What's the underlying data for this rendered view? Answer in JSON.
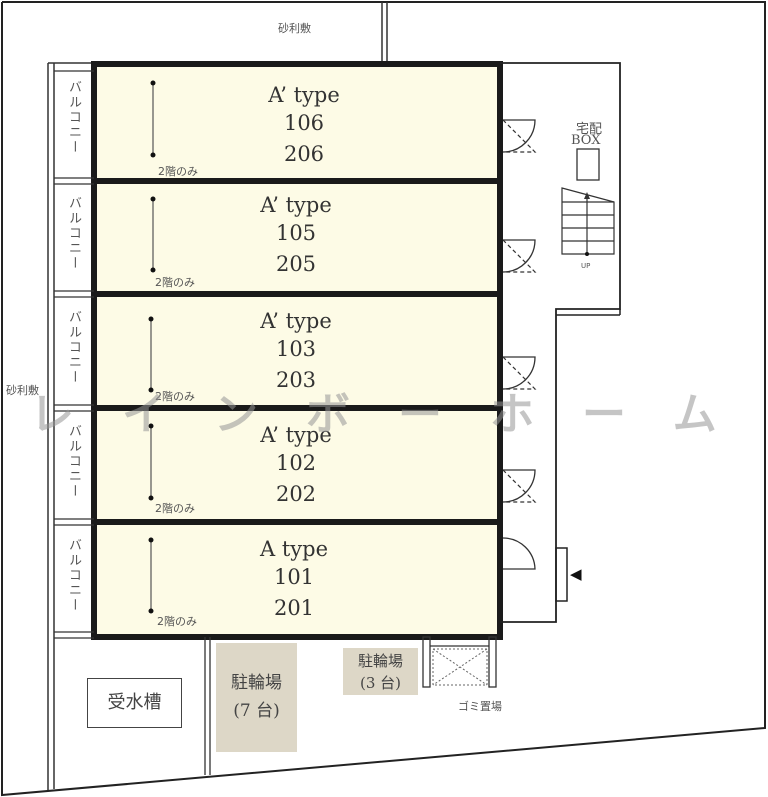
{
  "site": {
    "gravel_top_label": "砂利敷",
    "gravel_left_label": "砂利敷"
  },
  "balconies": [
    {
      "label": "バルコニー"
    },
    {
      "label": "バルコニー"
    },
    {
      "label": "バルコニー"
    },
    {
      "label": "バルコニー"
    },
    {
      "label": "バルコニー"
    }
  ],
  "units": [
    {
      "type": "A’ type",
      "floor1": "106",
      "floor2": "206",
      "note": "2階のみ"
    },
    {
      "type": "A’ type",
      "floor1": "105",
      "floor2": "205",
      "note": "2階のみ"
    },
    {
      "type": "A’ type",
      "floor1": "103",
      "floor2": "203",
      "note": "2階のみ"
    },
    {
      "type": "A’ type",
      "floor1": "102",
      "floor2": "202",
      "note": "2階のみ"
    },
    {
      "type": "A type",
      "floor1": "101",
      "floor2": "201",
      "note": "2階のみ"
    }
  ],
  "common": {
    "delivery_box_line1": "宅配",
    "delivery_box_line2": "BOX",
    "stairs_label": "UP",
    "entrance_marker": "◀"
  },
  "exterior": {
    "water_tank": "受水槽",
    "bike_parking_large_line1": "駐輪場",
    "bike_parking_large_line2": "(7 台)",
    "bike_parking_small_line1": "駐輪場",
    "bike_parking_small_line2": "(3 台)",
    "garbage_label": "ゴミ置場"
  },
  "watermark": "レインボーホーム",
  "colors": {
    "unit_fill": "#fdfbe6",
    "wall": "#1a1a1a",
    "parking_fill": "#ddd7c7"
  }
}
